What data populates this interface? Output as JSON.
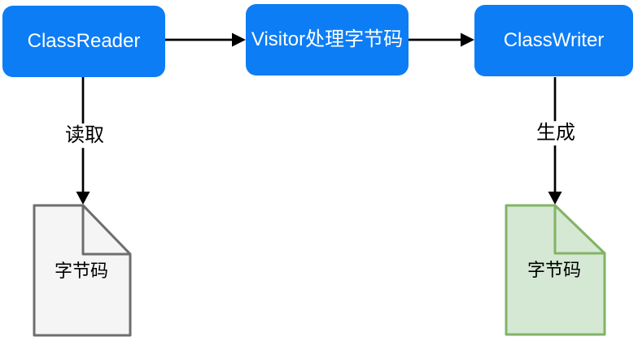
{
  "nodes": [
    {
      "label": "ClassReader"
    },
    {
      "label": "Visitor处理字节码"
    },
    {
      "label": "ClassWriter"
    }
  ],
  "edge_labels": {
    "read": "读取",
    "generate": "生成"
  },
  "documents": [
    {
      "label": "字节码",
      "color_variant": "gray"
    },
    {
      "label": "字节码",
      "color_variant": "green"
    }
  ],
  "colors": {
    "node_fill": "#0d7df5",
    "node_text": "#ffffff",
    "arrow": "#000000",
    "edge_label_text": "#000000",
    "doc_gray_fill": "#f5f5f5",
    "doc_gray_stroke": "#6e6e6e",
    "doc_green_fill": "#d5e8d4",
    "doc_green_stroke": "#82b366",
    "background": "#ffffff"
  }
}
